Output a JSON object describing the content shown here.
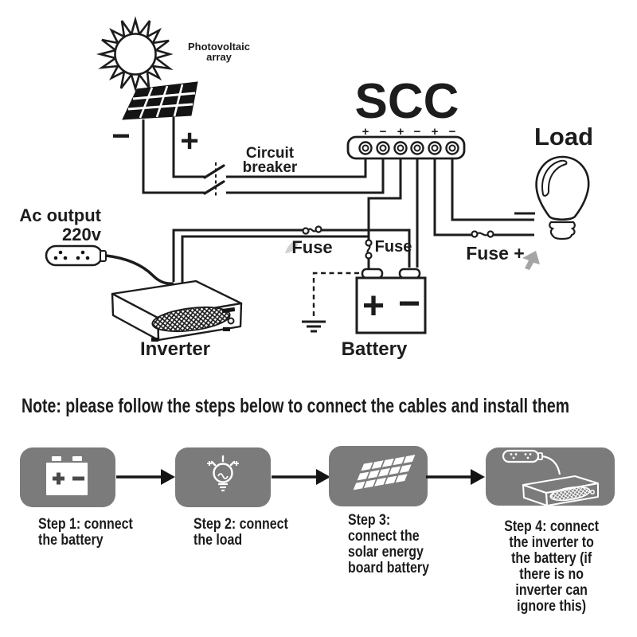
{
  "diagram": {
    "photovoltaic_line1": "Photovoltaic",
    "photovoltaic_line2": "array",
    "panel_minus": "−",
    "panel_plus": "+",
    "circuit_breaker_line1": "Circuit",
    "circuit_breaker_line2": "breaker",
    "scc_title": "SCC",
    "terminals": [
      "+",
      "−",
      "+",
      "−",
      "+",
      "−"
    ],
    "load_label": "Load",
    "fuse_inverter_label": "Fuse",
    "fuse_battery_label": "Fuse",
    "fuse_load_label": "Fuse +",
    "ac_output_line1": "Ac output",
    "ac_output_line2": "220v",
    "inverter_label": "Inverter",
    "battery_label": "Battery",
    "battery_plus": "+",
    "battery_minus": "−"
  },
  "note": "Note: please follow the steps below to connect the cables and install them",
  "steps": [
    {
      "label": "Step 1: connect\nthe battery",
      "icon": "battery-icon"
    },
    {
      "label": "Step 2: connect\nthe load",
      "icon": "bulb-icon"
    },
    {
      "label": "Step 3:\nconnect the\nsolar energy\nboard battery",
      "icon": "solar-panel-icon"
    },
    {
      "label": "Step 4: connect\nthe inverter to\nthe battery (if\nthere is no\ninverter can\nignore this)",
      "icon": "inverter-icon"
    }
  ],
  "colors": {
    "ink": "#1c1c1c",
    "step_box_gray": "#7b7b7b",
    "background": "#ffffff"
  }
}
